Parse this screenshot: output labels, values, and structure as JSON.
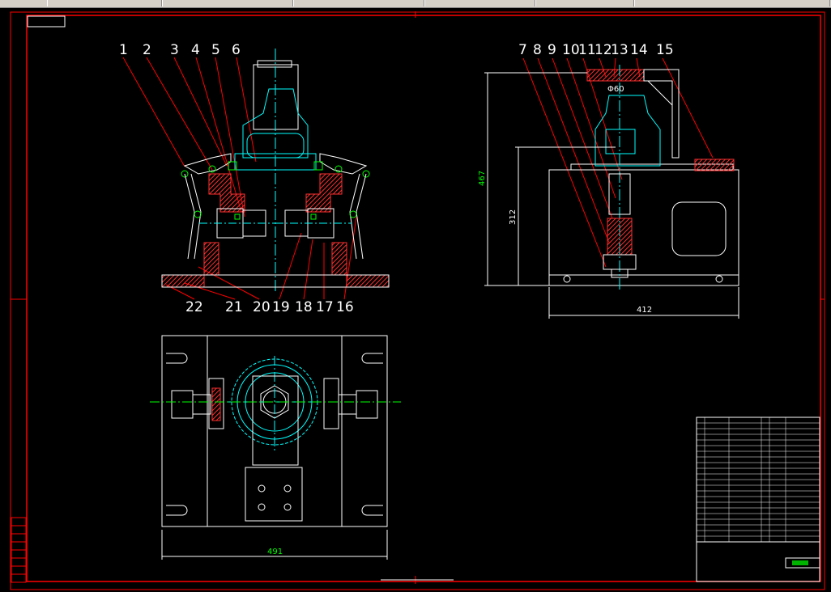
{
  "window": {
    "tabs": [
      "",
      "",
      "",
      "",
      "",
      ""
    ]
  },
  "front_view": {
    "part_numbers_top": [
      "1",
      "2",
      "3",
      "4",
      "5",
      "6"
    ],
    "part_numbers_bottom": [
      "22",
      "21",
      "20",
      "19",
      "18",
      "17",
      "16"
    ]
  },
  "side_view": {
    "part_numbers_top": [
      "7",
      "8",
      "9",
      "10",
      "11",
      "12",
      "13",
      "14",
      "15"
    ],
    "dim_height_total": "467",
    "dim_height_inner": "312",
    "dim_width": "412",
    "dim_bore": "Φ60"
  },
  "top_view": {
    "dim_width": "491"
  },
  "title_block": {
    "rows": 22
  },
  "colors": {
    "frame": "#ff0000",
    "outline": "#ffffff",
    "center": "#00ffff",
    "dim": "#00ff00",
    "hatch": "#ff3030"
  }
}
